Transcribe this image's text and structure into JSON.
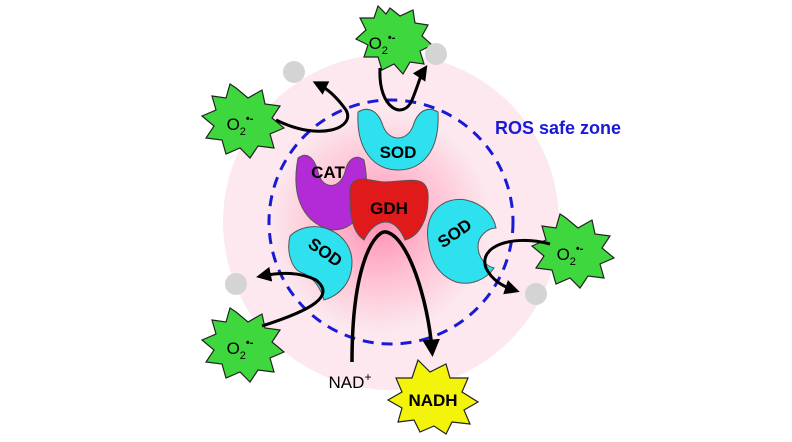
{
  "zone_label": "ROS safe zone",
  "enzymes": {
    "sod_top": "SOD",
    "sod_left": "SOD",
    "sod_right": "SOD",
    "cat": "CAT",
    "gdh": "GDH"
  },
  "superoxide": {
    "base": "O",
    "sub": "2",
    "sup": "•-"
  },
  "cofactor": {
    "nad_base": "NAD",
    "nad_sup": "+",
    "nadh": "NADH"
  },
  "colors": {
    "zone_border": "#1a1ad6",
    "zone_label": "#1a1ad6",
    "sod": "#2fe0ee",
    "cat": "#b32bd6",
    "gdh": "#e01a1a",
    "star_green": "#3ed83e",
    "star_yellow": "#f4f40a",
    "product_dot": "#d4d4d4"
  }
}
